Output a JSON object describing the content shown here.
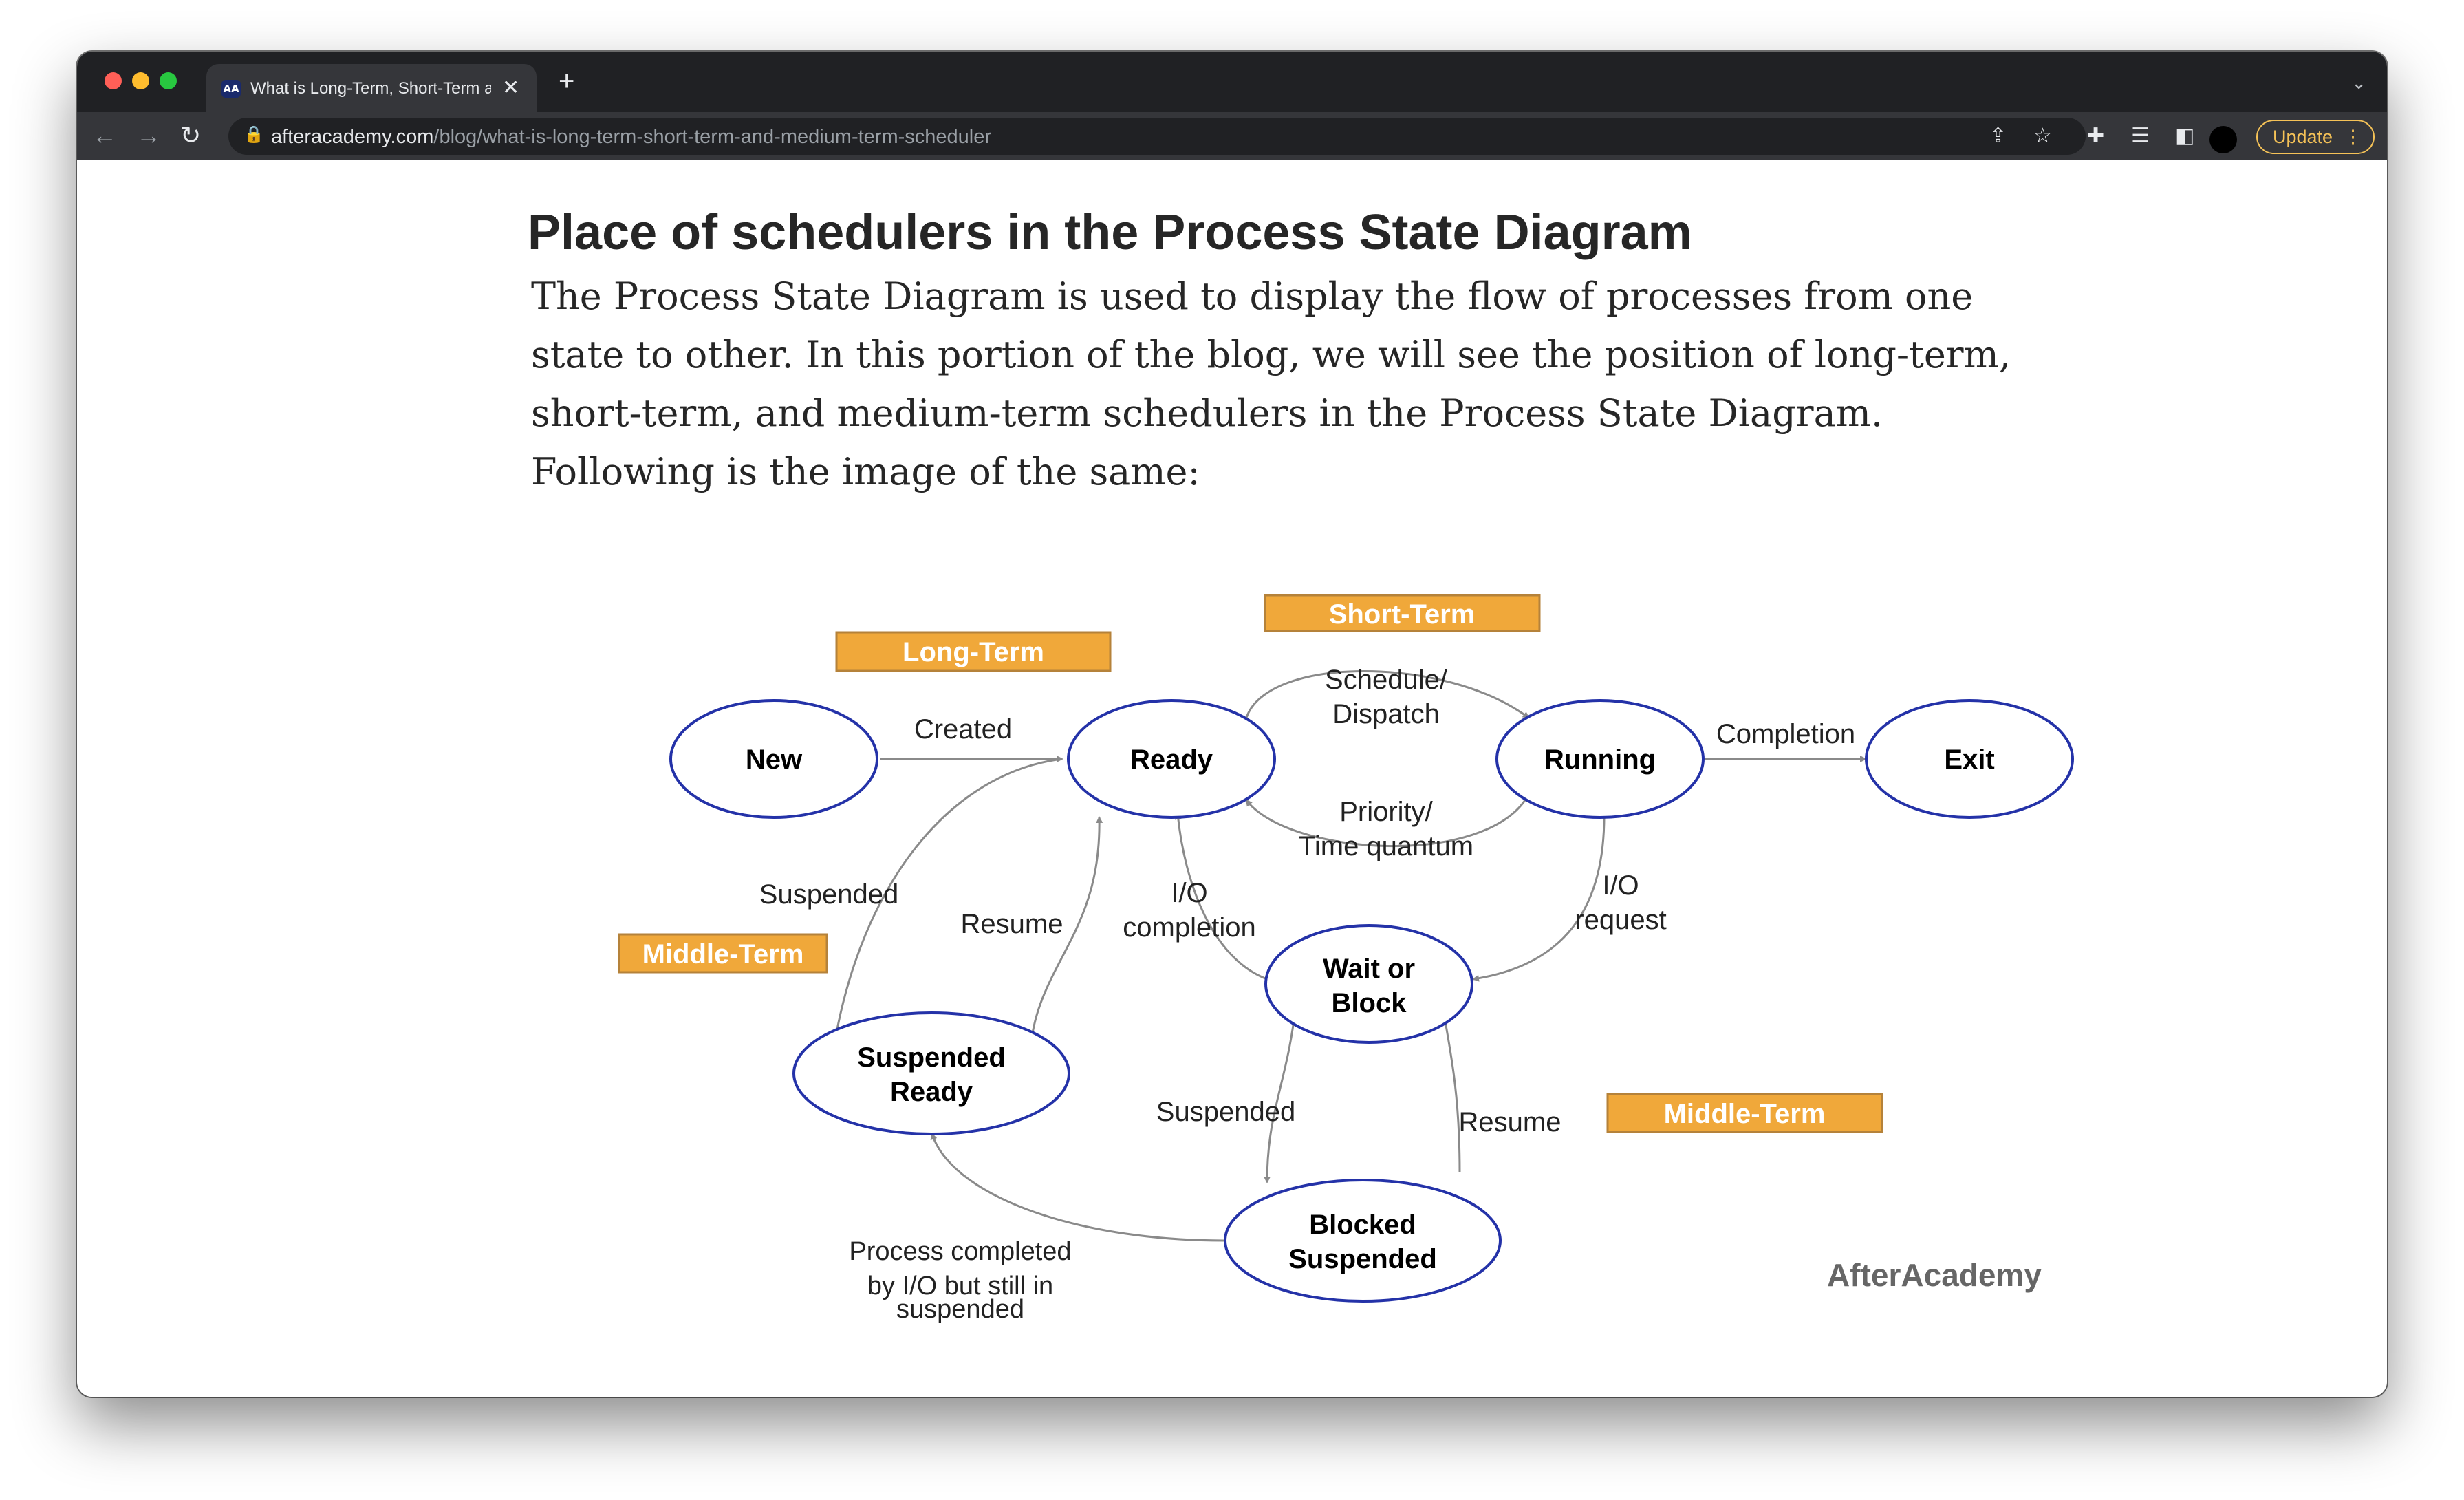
{
  "browser": {
    "tab_title": "What is Long-Term, Short-Term and Medium-Term Scheduler",
    "tab_favicon": "AA",
    "url_host": "afteracademy.com",
    "url_path": "/blog/what-is-long-term-short-term-and-medium-term-scheduler",
    "update_label": "Update",
    "icons": [
      "back-arrow-icon",
      "forward-arrow-icon",
      "reload-icon",
      "lock-icon",
      "share-icon",
      "star-icon",
      "extensions-icon",
      "reading-list-icon",
      "side-panel-icon",
      "profile-avatar",
      "more-icon"
    ]
  },
  "article": {
    "heading": "Place of schedulers in the Process State Diagram",
    "paragraph": "The Process State Diagram is used to display the flow of processes from one state to other. In this portion of the blog, we will see the position of long-term, short-term, and medium-term schedulers in the Process State Diagram. Following is the image of the same:"
  },
  "diagram": {
    "states": {
      "new": "New",
      "ready": "Ready",
      "running": "Running",
      "exit": "Exit",
      "wait_line1": "Wait or",
      "wait_line2": "Block",
      "susp_ready_line1": "Suspended",
      "susp_ready_line2": "Ready",
      "blocked_line1": "Blocked",
      "blocked_line2": "Suspended"
    },
    "schedulers": {
      "long_term": "Long-Term",
      "short_term": "Short-Term",
      "middle_term_left": "Middle-Term",
      "middle_term_right": "Middle-Term"
    },
    "transitions": {
      "created": "Created",
      "schedule_line1": "Schedule/",
      "schedule_line2": "Dispatch",
      "priority_line1": "Priority/",
      "priority_line2": "Time quantum",
      "completion": "Completion",
      "io_request_line1": "I/O",
      "io_request_line2": "request",
      "io_completion_line1": "I/O",
      "io_completion_line2": "completion",
      "suspended_left": "Suspended",
      "resume_left": "Resume",
      "suspended_bottom": "Suspended",
      "resume_bottom": "Resume",
      "process_completed_line1": "Process completed",
      "process_completed_line2": "by I/O but still in",
      "process_completed_line3": "suspended"
    },
    "watermark": "AfterAcademy",
    "colors": {
      "state_border": "#2432a8",
      "scheduler_fill": "#f0a83a",
      "scheduler_border": "#b5823a",
      "arrow": "#8a8a8a",
      "watermark": "#666666"
    }
  }
}
